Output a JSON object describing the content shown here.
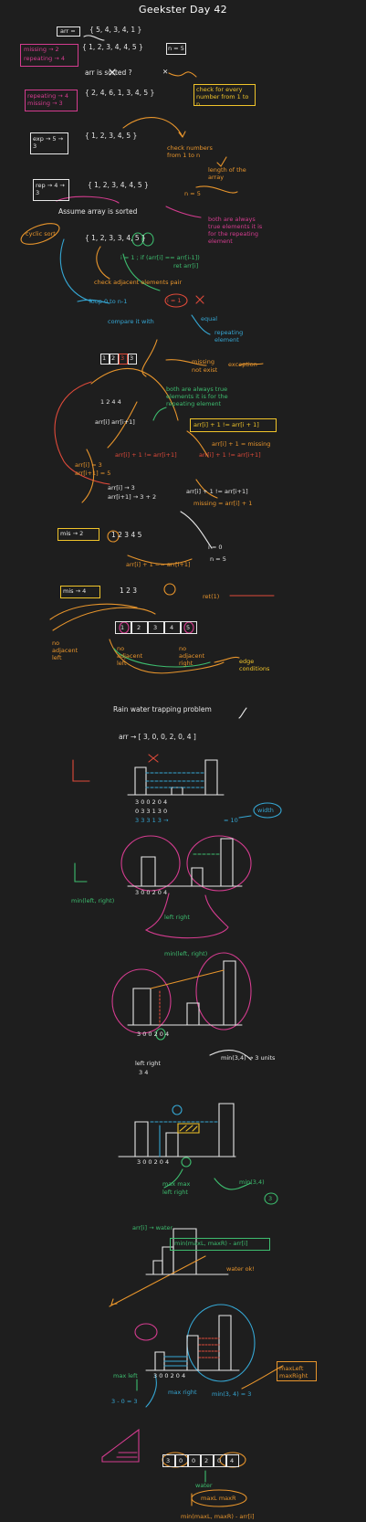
{
  "title": "Geekster Day 42",
  "colors": {
    "background": "#1e1e1e",
    "white": "#e8e8e8",
    "orange": "#e8952c",
    "green": "#3dbd6f",
    "blue": "#35a7d4",
    "pink": "#d43c8f",
    "red": "#e04a3a",
    "yellow": "#f0c42a"
  },
  "notes": {
    "arr1_label": "arr =",
    "arr1": "{ 5, 4, 3, 4, 1 }",
    "missing_sub": "missing → 2",
    "repeating_sub": "repeating → 4",
    "arr2": "{ 1, 2, 3, 4, 4, 5 }",
    "arr2_n": "n = 5",
    "is_sorted": "arr is sorted ?",
    "is_sorted_cross": "✕",
    "arr3": "{ 2, 4, 6, 1, 3, 4, 5 }",
    "check_every": "check for every number from 1 to n",
    "repeating_missing_2": "repeating → 4   missing → 3",
    "arr4": "{ 1, 2, 3, 4, 5 }",
    "exp_box": "exp → 5   → 3",
    "check_numbers": "check numbers from 1 to n",
    "length_of_array": "length of the array",
    "arr5": "{ 1, 2, 3, 4, 4, 5 }",
    "rep_box_2": "rep → 4   → 3",
    "n_eq": "n = 5",
    "assume": "Assume array is sorted",
    "cyclic_sort": "cyclic sort",
    "arr6": "{ 1, 2, 3, 3, 4, 5 }",
    "loop_line": "i = 1 ; if (arr[i] == arr[i-1])",
    "ret_line": "ret arr[i]",
    "check_adj": "check adjacent elements pair",
    "loop_0": "loop 0 to n-1",
    "i_eq": "i = 1",
    "compare": "compare it with",
    "equal": "equal",
    "repeating_element": "repeating element",
    "cells_1": [
      "1",
      "2",
      "3",
      "3"
    ],
    "missing_label": "missing",
    "not_exist": "not exist",
    "exception": "exception",
    "both_true": "both are always true elements it is for the repeating element",
    "cond_box": "arr[i] + 1 != arr[i + 1]",
    "arr_i1": "arr[i]   arr[i+1]",
    "nums_1": "1  2  4  4",
    "missing_formula": "arr[i] + 1 = missing",
    "arr_eq1": "arr[i] + 1 != arr[i+1]",
    "mid_left_1": "arr[i] = 3",
    "mid_left_2": "arr[i+1] = 5",
    "arr_rule_1": "arr[i] → 3",
    "arr_rule_2": "arr[i+1] → 3 + 2",
    "arr_rule_3": "arr[i] + 1 != arr[i+1]",
    "arr_rule_4": "missing = arr[i] + 1",
    "mis_box": "mis → 2",
    "seq_1": "1   2   3   4   5",
    "edge_1": "i = 0",
    "edge_2": "arr[i] + 1 == arr[i+1]",
    "edge_3": "n = 5",
    "mis_box_2": "mis → 4",
    "seq_2": "1   2   3",
    "ret_line_2": "ret(1)",
    "cells_2": [
      "1",
      "2",
      "3",
      "4",
      "5"
    ],
    "edge_case": "edge conditions",
    "adjacent_left": "no adjacent left",
    "adjacent_right": "no adjacent right",
    "rain_title": "Rain water trapping problem",
    "rain_arr": "arr → [ 3, 0, 0, 2, 0, 4 ]",
    "heights_row": "3   0   0   2   0   4",
    "water_row_1": "0   3   3   1   3   0",
    "water_row_2": "3   3   3   1   3   →",
    "water_total": "= 10",
    "width_label": "width",
    "max_left_right": "min(left, right)",
    "left_right": "left   right",
    "min_left_right_result": "min(left, right)",
    "heights_row_2": "3   0   0   2   0   4",
    "min_3_4": "min(3,4) → 3 units",
    "left_right_2": "left   right",
    "val_3_4": "3       4",
    "heights_row_3": "3   0   0   2   0   4",
    "max_left_right_2": "max   max",
    "left_right_3": "left   right",
    "min_3_1": "min(3,4)",
    "ans_3": "3",
    "water_eq": "arr[i] → water",
    "formula_box": "min(maxL, maxR) - arr[i]",
    "water_label": "water ok!",
    "heights_row_4": "3   0   0   2   0   4",
    "maxleft_label": "max left",
    "maxright_label": "max right",
    "calc_1": "3 - 0 = 3",
    "calc_2": "min(3, 4) = 3",
    "summary_box": "maxLeft  maxRight",
    "final_cells": [
      "3",
      "0",
      "0",
      "2",
      "0",
      "4"
    ],
    "water_final": "water",
    "max_lr_final": "maxL  maxR",
    "final_formula": "min(maxL, maxR) - arr[i]"
  }
}
